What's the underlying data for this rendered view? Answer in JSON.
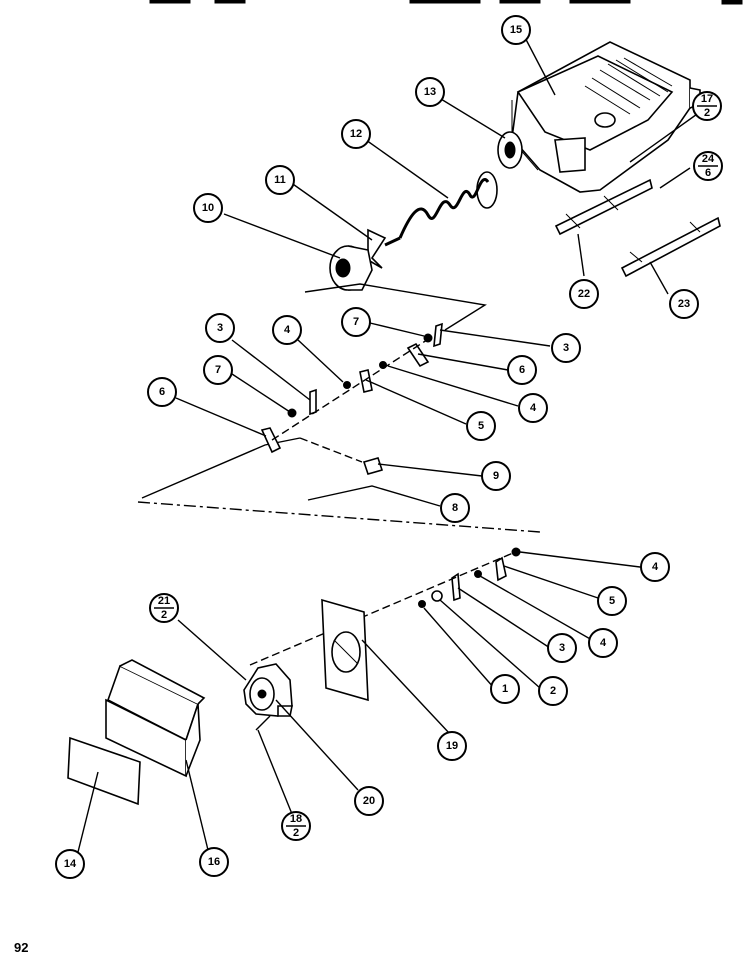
{
  "page": {
    "number": "92"
  },
  "callouts": {
    "c1": "1",
    "c2": "2",
    "c3a": "3",
    "c3b": "3",
    "c3c": "3",
    "c4a": "4",
    "c4b": "4",
    "c4c": "4",
    "c4d": "4",
    "c5a": "5",
    "c5b": "5",
    "c6a": "6",
    "c6b": "6",
    "c7a": "7",
    "c7b": "7",
    "c8": "8",
    "c9": "9",
    "c10": "10",
    "c11": "11",
    "c12": "12",
    "c13": "13",
    "c14": "14",
    "c15": "15",
    "c16": "16",
    "c17_top": "17",
    "c17_bot": "2",
    "c18_top": "18",
    "c18_bot": "2",
    "c19": "19",
    "c20": "20",
    "c21_top": "21",
    "c21_bot": "2",
    "c22": "22",
    "c23": "23",
    "c24_top": "24",
    "c24_bot": "6"
  }
}
